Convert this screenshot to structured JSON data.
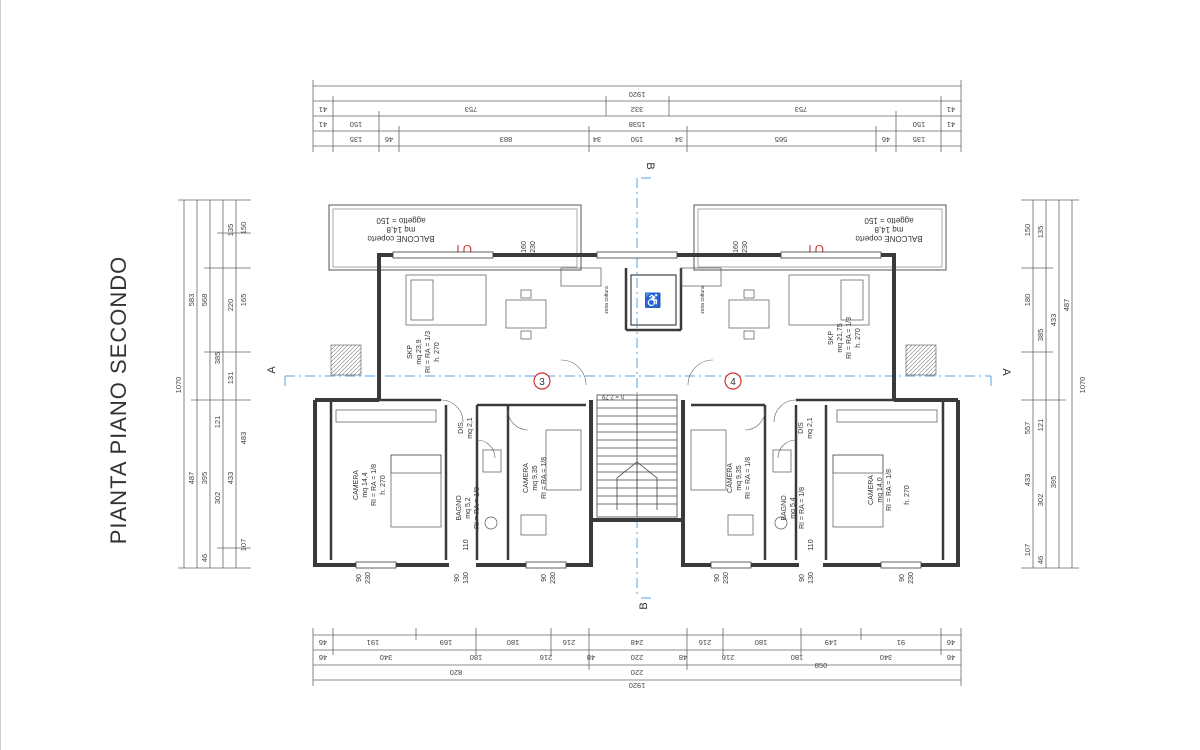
{
  "sheet": {
    "title": "PIANTA PIANO SECONDO"
  },
  "section_marks": {
    "a": "A",
    "b": "B"
  },
  "unit_markers": {
    "left": "3",
    "right": "4"
  },
  "overall": {
    "top": "1920",
    "bottom": "1920",
    "left": "1070",
    "right": "1070"
  },
  "top_dims": {
    "row1": [
      "41",
      "753",
      "332",
      "753",
      "41"
    ],
    "row2": [
      "41",
      "150",
      "1538",
      "150",
      "41"
    ],
    "row3": [
      "135",
      "46",
      "883",
      "34",
      "150",
      "34",
      "565",
      "46",
      "135"
    ]
  },
  "bottom_dims": {
    "row1": [
      "46",
      "191",
      "169",
      "180",
      "216",
      "248",
      "216",
      "180",
      "149",
      "91",
      "46"
    ],
    "row2": [
      "46",
      "340",
      "180",
      "216",
      "48",
      "220",
      "48",
      "216",
      "180",
      "340",
      "46"
    ],
    "row3": [
      "820",
      "220",
      "850"
    ]
  },
  "side_dims": {
    "left": [
      "583",
      "568",
      "385",
      "487",
      "395",
      "302",
      "433",
      "483",
      "121",
      "131",
      "107",
      "46",
      "165",
      "220",
      "150",
      "135"
    ],
    "right": [
      "150",
      "135",
      "180",
      "385",
      "433",
      "557",
      "121",
      "487",
      "395",
      "302",
      "433",
      "107",
      "46"
    ]
  },
  "unit_left": {
    "balcony": {
      "name": "BALCONE coperto",
      "area": "mq 14,8",
      "note": "aggetto = 150"
    },
    "living": {
      "name": "SKP",
      "area": "mq 23,9",
      "ratio": "RI = RA = 1/3",
      "height": "h. 270",
      "note": "zona cottura"
    },
    "bed1": {
      "name": "CAMERA",
      "area": "mq 14,4",
      "ratio": "RI = RA = 1/8",
      "height": "h. 270"
    },
    "bath": {
      "name": "BAGNO",
      "area": "mq 5,2",
      "ratio": "RI = RA = 1/8"
    },
    "bed2": {
      "name": "CAMERA",
      "area": "mq 9,35",
      "ratio": "RI = RA = 1/8"
    },
    "closet": {
      "name": "DIS",
      "area": "mq 2,1"
    },
    "door_dims": [
      "90",
      "230",
      "90",
      "130",
      "90",
      "230",
      "160",
      "230",
      "110"
    ]
  },
  "unit_right": {
    "balcony": {
      "name": "BALCONE coperto",
      "area": "mq 14,8",
      "note": "aggetto = 150"
    },
    "living": {
      "name": "SKP",
      "area": "mq 21,75",
      "ratio": "RI = RA = 1/3",
      "height": "h. 270",
      "note": "zona cottura"
    },
    "bed1": {
      "name": "CAMERA",
      "area": "mq 14,0",
      "ratio": "RI = RA = 1/8",
      "height": "h. 270"
    },
    "bath": {
      "name": "BAGNO",
      "area": "mq 5,4",
      "ratio": "RI = RA = 1/8"
    },
    "bed2": {
      "name": "CAMERA",
      "area": "mq 9,35",
      "ratio": "RI = RA = 1/8"
    },
    "closet": {
      "name": "DIS",
      "area": "mq 2,1"
    },
    "door_dims": [
      "90",
      "230",
      "90",
      "130",
      "90",
      "230",
      "160",
      "230",
      "110"
    ]
  },
  "stair": {
    "note": "h = 2,79"
  },
  "colors": {
    "walls": "#3a3a3a",
    "dims": "#555555",
    "section": "#5aa0e0",
    "marker": "#d03030",
    "ut": "#d05040"
  }
}
